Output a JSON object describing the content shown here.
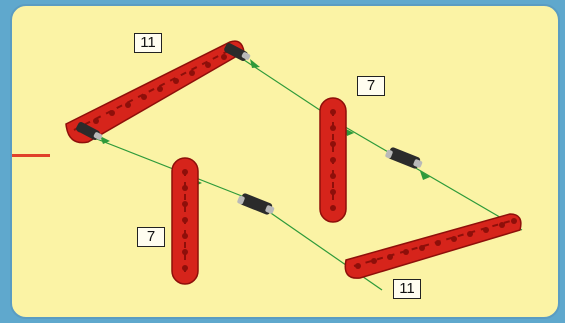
{
  "colors": {
    "outer_background": "#5fa8cd",
    "panel_background": "#fbf3a5",
    "beam_red": "#d6241b",
    "beam_dark": "#8e0f0a",
    "guide_line_green": "#2e9a3a",
    "marker_red": "#e0402a"
  },
  "parts": {
    "long_beam_label": "11",
    "short_beam_label": "7"
  },
  "labels": {
    "top_beam": "11",
    "right_upright": "7",
    "left_upright": "7",
    "bottom_beam": "11"
  }
}
